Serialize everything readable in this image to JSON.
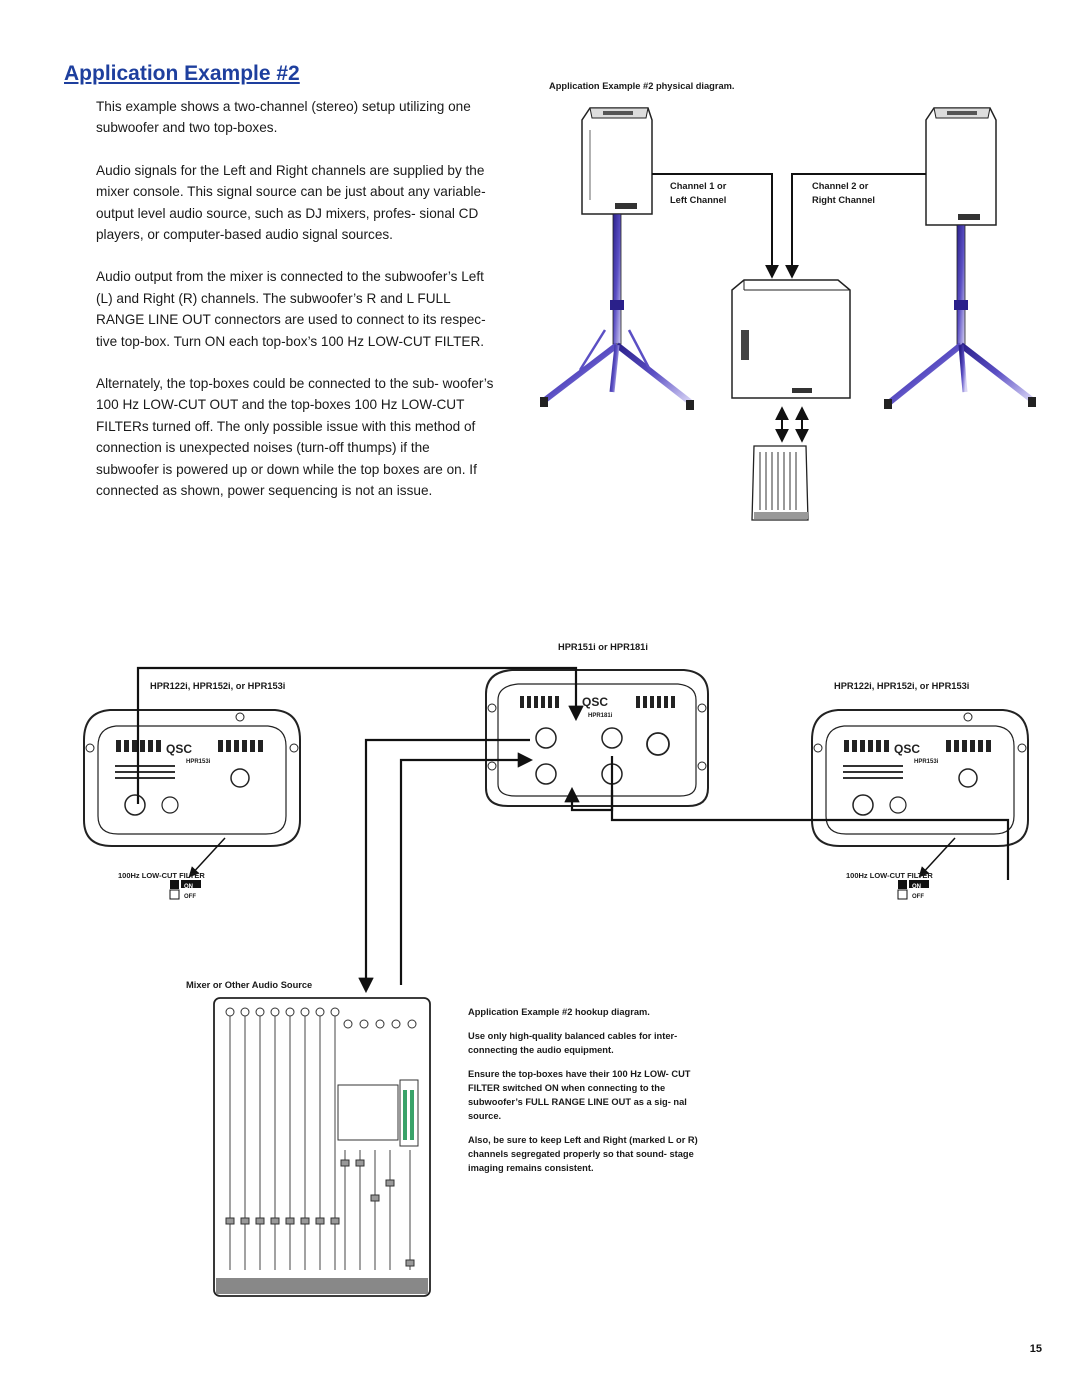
{
  "page": {
    "title": "Application Example #2",
    "paragraphs": [
      "This example shows a two-channel (stereo) setup utilizing one subwoofer and two top-boxes.",
      "Audio signals for the Left and Right channels are supplied by the mixer console. This signal source can be just about any variable-output level audio source, such as DJ mixers, profes- sional CD players, or computer-based audio signal sources.",
      "Audio output from the mixer is connected to the subwoofer’s Left (L) and Right (R) channels. The subwoofer’s R and L FULL RANGE LINE OUT connectors are used to connect to its respec- tive top-box. Turn ON each top-box’s 100 Hz LOW-CUT FILTER.",
      "Alternately, the top-boxes could be connected to the sub- woofer’s 100 Hz LOW-CUT OUT and the top-boxes 100 Hz LOW-CUT FILTERs turned off. The only possible issue with this method of connection is unexpected noises (turn-off thumps) if the subwoofer is powered up or down while the top boxes are on. If connected as shown, power sequencing is not an issue."
    ],
    "page_number": "15"
  },
  "physical_diagram": {
    "caption": "Application Example #2 physical diagram.",
    "channel1": "Channel 1 or",
    "channel1_sub": "Left Channel",
    "channel2": "Channel 2 or",
    "channel2_sub": "Right Channel"
  },
  "hookup_diagram": {
    "sub_label": "HPR151i or HPR181i",
    "top_left_label": "HPR122i, HPR152i, or HPR153i",
    "top_right_label": "HPR122i, HPR152i, or HPR153i",
    "mixer_label": "Mixer or Other Audio Source",
    "filter_label": "100Hz LOW-CUT FILTER",
    "filter_on": "ON",
    "filter_off": "OFF",
    "brand": "QSC",
    "top_model": "HPR153i",
    "sub_model": "HPR181i",
    "caption_title": "Application Example #2 hookup diagram.",
    "caption_p1": "Use only high-quality balanced cables for inter- connecting the audio equipment.",
    "caption_p2": "Ensure the top-boxes have their 100 Hz LOW- CUT FILTER switched ON when connecting to the subwoofer’s FULL RANGE LINE OUT as a sig- nal source.",
    "caption_p3": "Also, be sure to keep Left and Right (marked L or R) channels segregated properly so that sound- stage imaging remains consistent."
  },
  "colors": {
    "title": "#1e3f9e",
    "stand": "#3a2f9c",
    "stand_light": "#c9c3ef"
  }
}
